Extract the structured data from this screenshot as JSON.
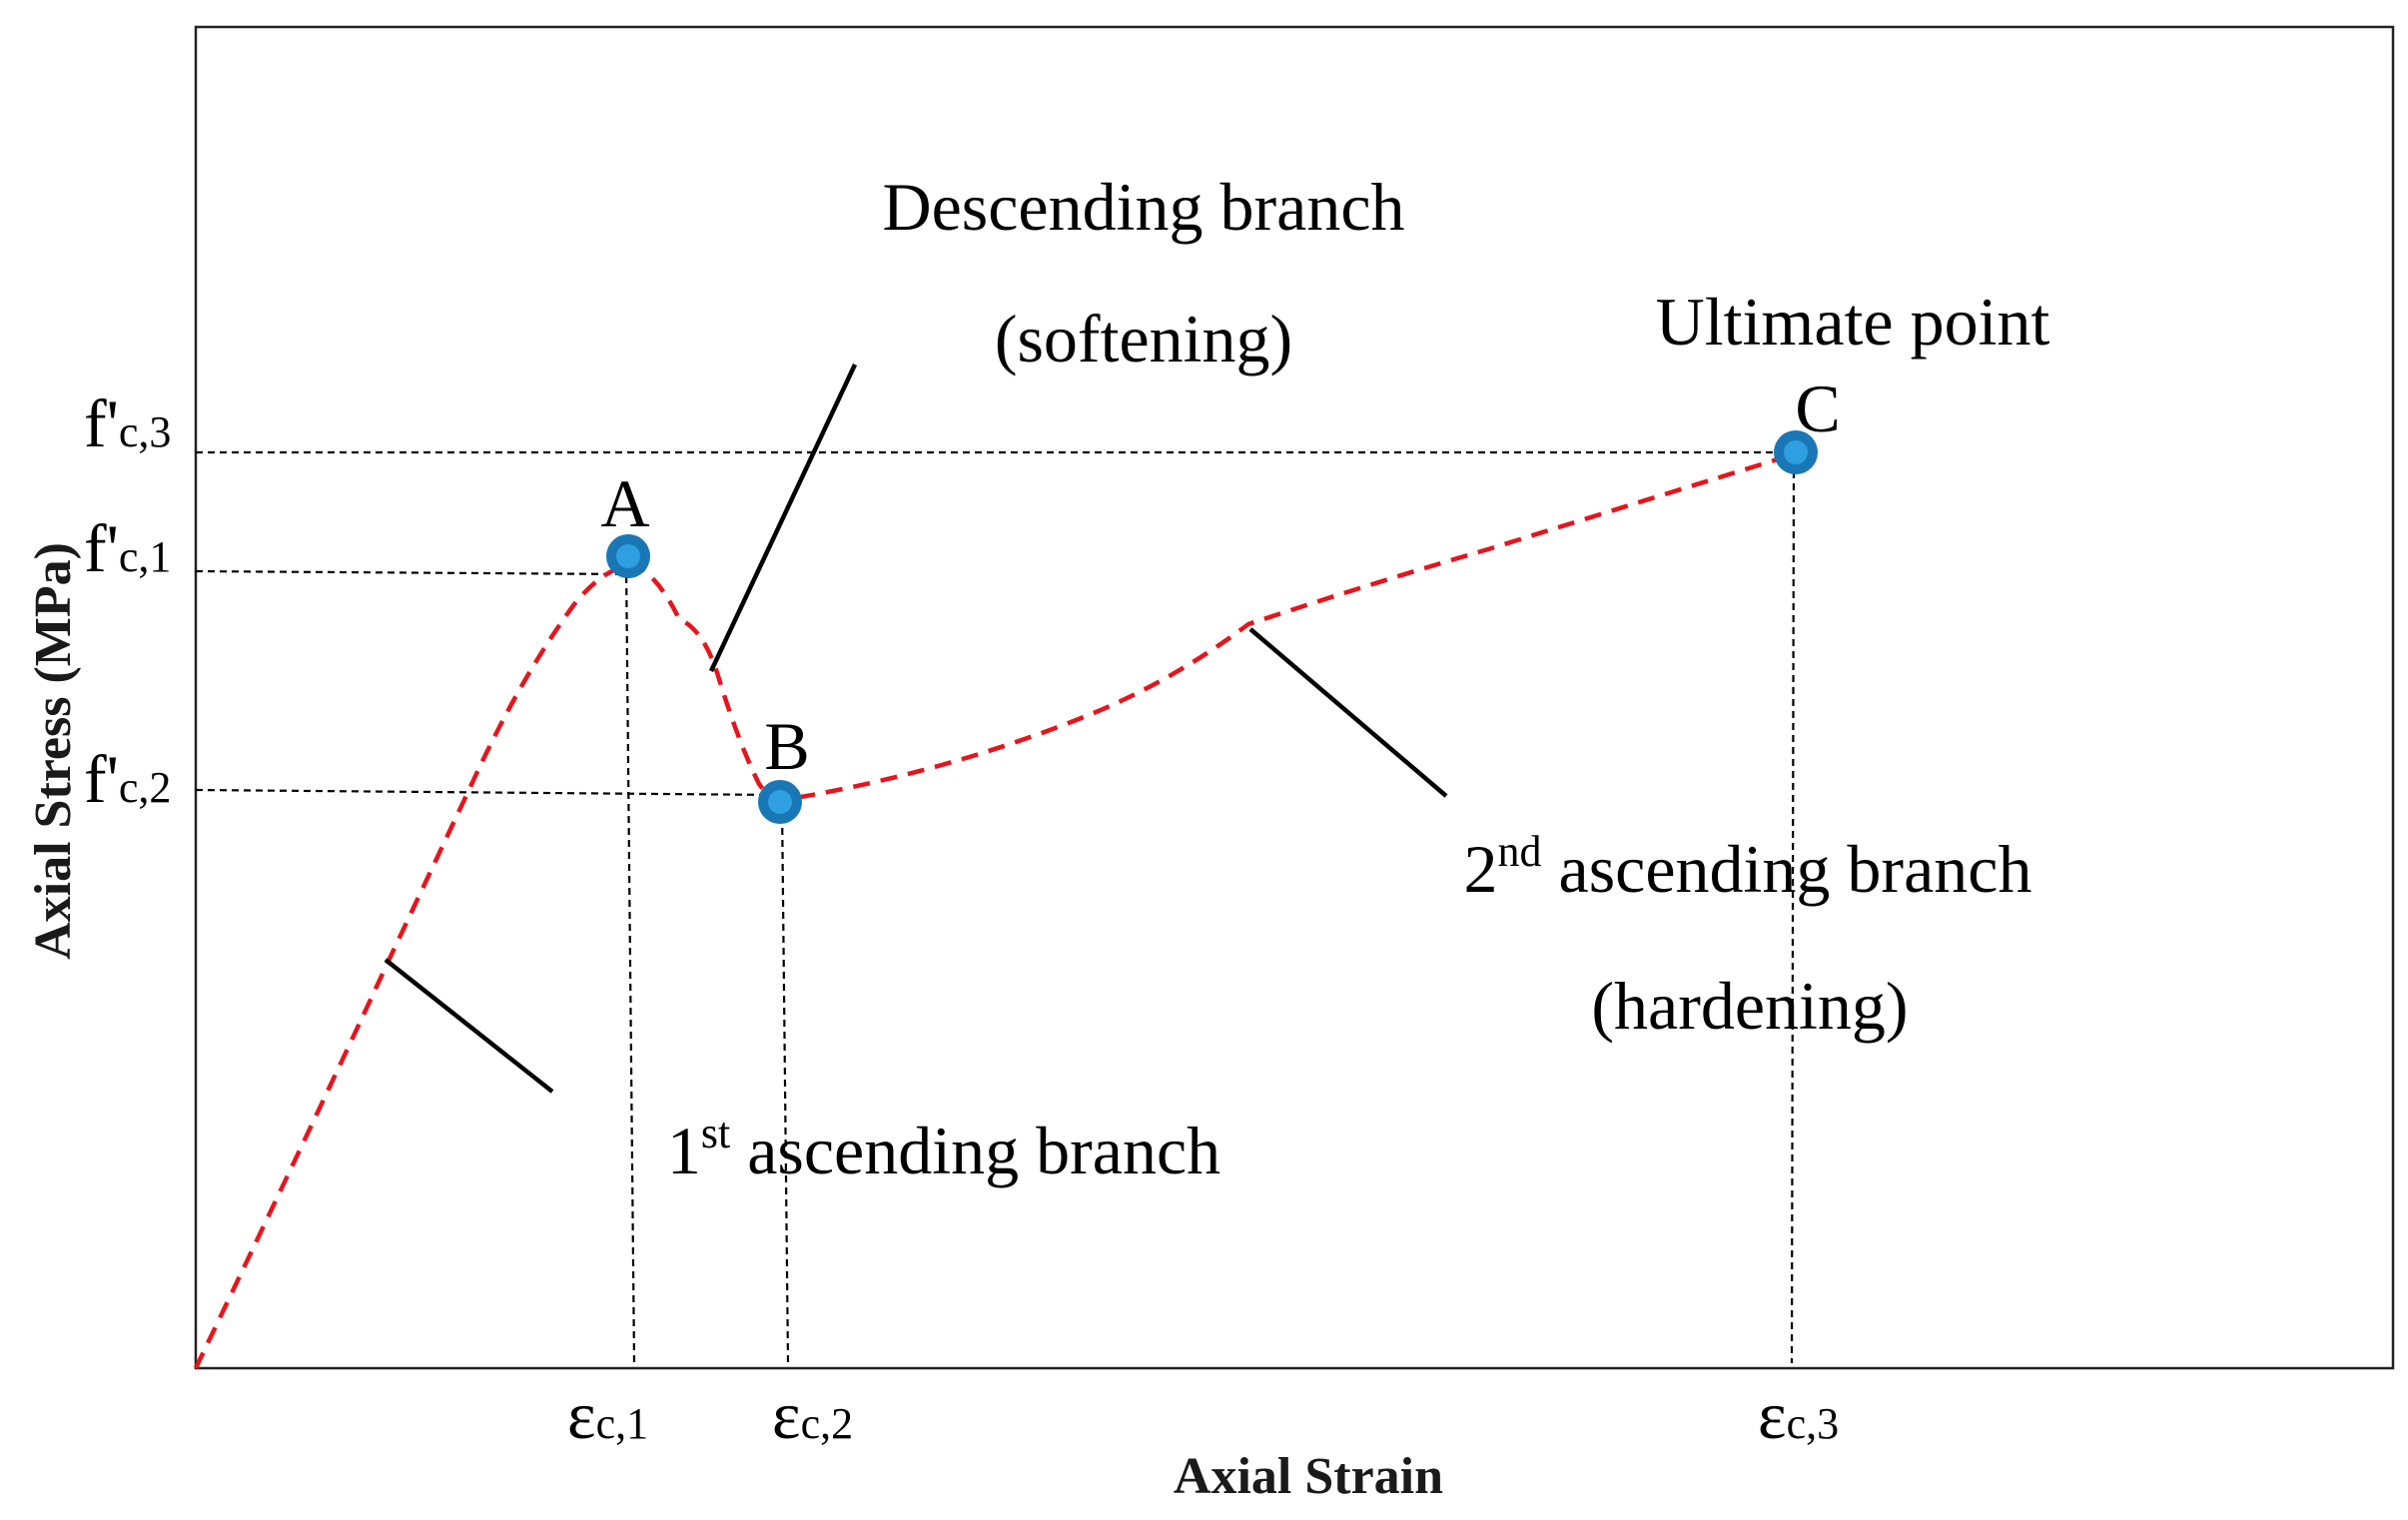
{
  "axes": {
    "x_title": "Axial Strain",
    "y_title": "Axial Stress (MPa)"
  },
  "y_ticks": [
    {
      "main": "f'",
      "sub": "c,3"
    },
    {
      "main": "f'",
      "sub": "c,1"
    },
    {
      "main": "f'",
      "sub": "c,2"
    }
  ],
  "x_ticks": [
    {
      "main": "ε",
      "sub": "c,1"
    },
    {
      "main": "ε",
      "sub": "c,2"
    },
    {
      "main": "ε",
      "sub": "c,3"
    }
  ],
  "points": [
    {
      "label": "A"
    },
    {
      "label": "B"
    },
    {
      "label": "C"
    }
  ],
  "annotations": {
    "descending_line1": "Descending branch",
    "descending_line2": "(softening)",
    "ultimate": "Ultimate point",
    "second_num": "2",
    "second_sup": "nd",
    "second_rest": " ascending branch",
    "second_line2": "(hardening)",
    "first_num": "1",
    "first_sup": "st",
    "first_rest": " ascending branch"
  },
  "colors": {
    "curve": "#e8141b",
    "point": "#1a77b5"
  }
}
